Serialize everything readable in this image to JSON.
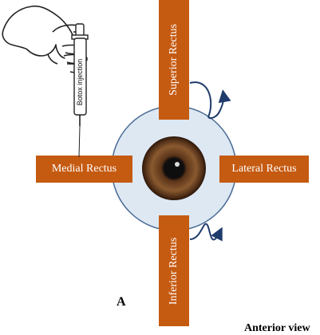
{
  "diagram": {
    "muscles": {
      "superior": "Superior Rectus",
      "inferior": "Inferior Rectus",
      "medial": "Medial Rectus",
      "lateral": "Lateral Rectus"
    },
    "syringe_label": "Botox injection",
    "panel_letter": "A",
    "view_label": "Anterior view"
  },
  "colors": {
    "muscle": "#c55a11",
    "sclera": "#dde8f3",
    "sclera_outline": "#4a6a94",
    "iris_dark": "#3b1e0c",
    "iris_mid": "#7a4a26",
    "pupil": "#121212",
    "arrow": "#1f3b6b"
  },
  "icons": [
    "syringe-icon",
    "hand-icon",
    "rotation-arrow-icon"
  ]
}
